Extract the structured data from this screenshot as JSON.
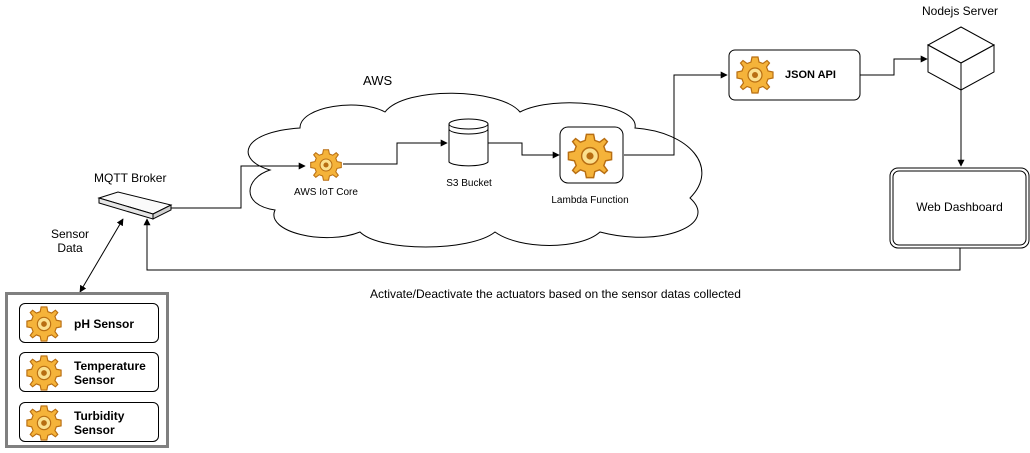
{
  "labels": {
    "aws": "AWS",
    "aws_iot_core": "AWS IoT Core",
    "s3_bucket": "S3 Bucket",
    "lambda_function": "Lambda Function",
    "json_api": "JSON API",
    "nodejs_server": "Nodejs Server",
    "web_dashboard": "Web Dashboard",
    "mqtt_broker": "MQTT Broker",
    "sensor_data_line1": "Sensor",
    "sensor_data_line2": "Data",
    "actuator_note": "Activate/Deactivate the actuators based on the sensor datas collected"
  },
  "sensors": [
    {
      "line1": "pH Sensor",
      "line2": ""
    },
    {
      "line1": "Temperature",
      "line2": "Sensor"
    },
    {
      "line1": "Turbidity",
      "line2": "Sensor"
    }
  ],
  "icons": {
    "gear": "gear-icon",
    "bucket": "bucket-icon",
    "server": "cube-icon",
    "broker": "router-icon"
  },
  "colors": {
    "gear_fill": "#F5B33A",
    "gear_stroke": "#B86E12",
    "group_border": "#808080"
  }
}
